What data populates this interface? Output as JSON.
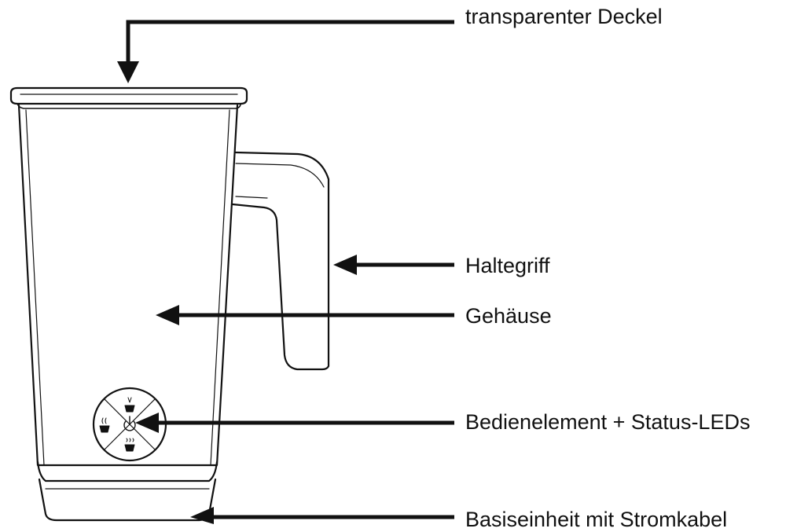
{
  "labels": {
    "lid": "transparenter Deckel",
    "handle": "Haltegriff",
    "body": "Gehäuse",
    "controls": "Bedienelement + Status-LEDs",
    "base": "Basiseinheit mit Stromkabel"
  },
  "colors": {
    "line": "#111111",
    "background": "#ffffff"
  },
  "icons": [
    "froth-cold-icon",
    "froth-hot-icon",
    "power-icon",
    "heat-milk-icon"
  ]
}
